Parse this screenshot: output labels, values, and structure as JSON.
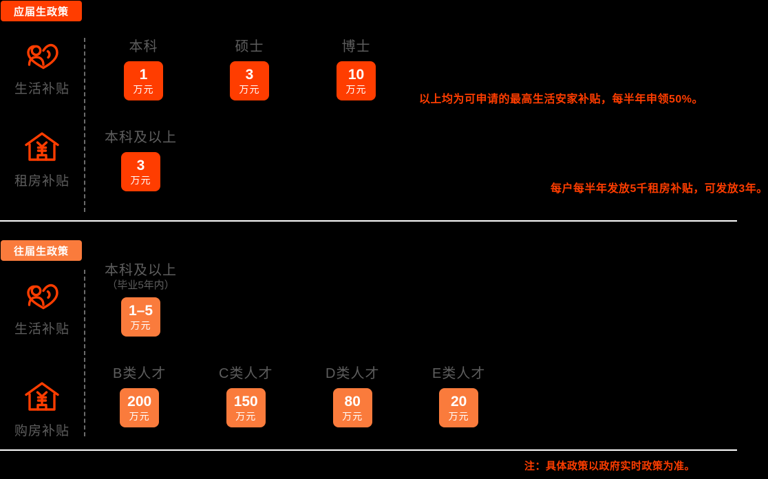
{
  "sections": [
    {
      "badge": "应届生政策",
      "rows": [
        {
          "icon": "person-heart-icon",
          "label": "生活补贴",
          "cells": [
            {
              "title": "本科",
              "sub": "",
              "amount": "1",
              "unit": "万元"
            },
            {
              "title": "硕士",
              "sub": "",
              "amount": "3",
              "unit": "万元"
            },
            {
              "title": "博士",
              "sub": "",
              "amount": "10",
              "unit": "万元"
            }
          ],
          "note": "以上均为可申请的最高生活安家补贴，每半年申领50%。"
        },
        {
          "icon": "house-yuan-icon",
          "label": "租房补贴",
          "cells": [
            {
              "title": "本科及以上",
              "sub": "",
              "amount": "3",
              "unit": "万元"
            }
          ],
          "note": "每户每半年发放5千租房补贴，可发放3年。"
        }
      ]
    },
    {
      "badge": "往届生政策",
      "rows": [
        {
          "icon": "person-heart-icon",
          "label": "生活补贴",
          "cells": [
            {
              "title": "本科及以上",
              "sub": "（毕业5年内）",
              "amount": "1–5",
              "unit": "万元"
            }
          ],
          "note": ""
        },
        {
          "icon": "house-yuan-icon",
          "label": "购房补贴",
          "cells": [
            {
              "title": "B类人才",
              "sub": "",
              "amount": "200",
              "unit": "万元"
            },
            {
              "title": "C类人才",
              "sub": "",
              "amount": "150",
              "unit": "万元"
            },
            {
              "title": "D类人才",
              "sub": "",
              "amount": "80",
              "unit": "万元"
            },
            {
              "title": "E类人才",
              "sub": "",
              "amount": "20",
              "unit": "万元"
            }
          ],
          "note": ""
        }
      ]
    }
  ],
  "footnote": "注：具体政策以政府实时政策为准。",
  "colors": {
    "background": "#000000",
    "accent_fresh": "#FF3D00",
    "accent_past": "#FA7B3C",
    "muted_text": "#5E5E5E",
    "divider": "#FFFFFF"
  }
}
